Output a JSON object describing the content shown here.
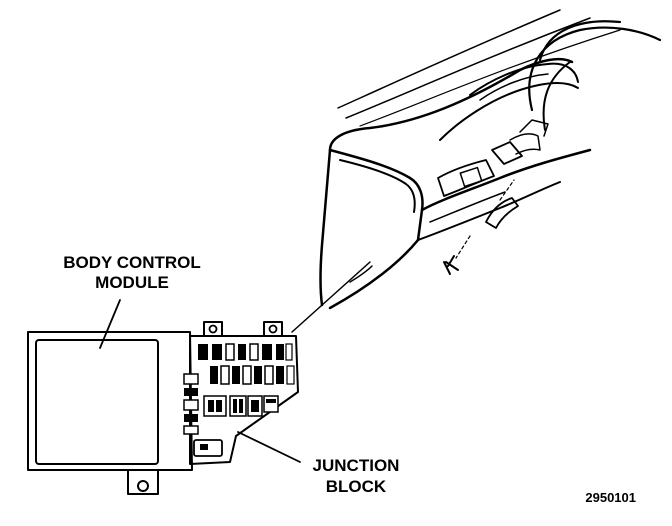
{
  "labels": {
    "body_control_module_line1": "BODY CONTROL",
    "body_control_module_line2": "MODULE",
    "junction_block_line1": "JUNCTION",
    "junction_block_line2": "BLOCK"
  },
  "figure_number": "2950101",
  "colors": {
    "ink": "#000000",
    "background": "#ffffff"
  }
}
